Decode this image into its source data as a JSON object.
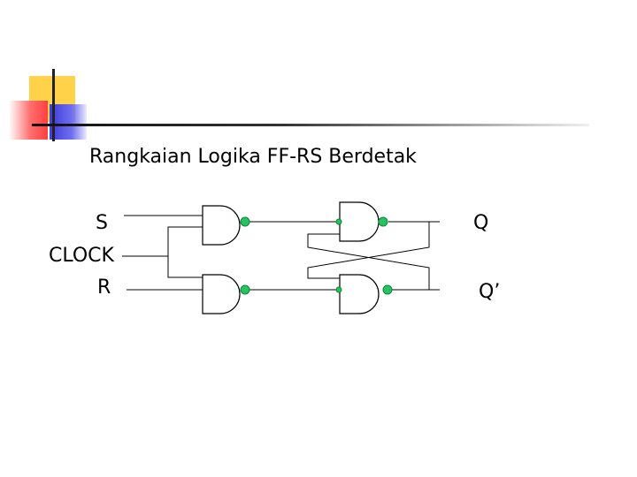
{
  "title": "Rangkaian Logika FF-RS Berdetak",
  "inputs": {
    "s": "S",
    "clock": "CLOCK",
    "r": "R"
  },
  "outputs": {
    "q": "Q",
    "q_not": "Q’"
  },
  "colors": {
    "bubble": "#22c55e",
    "wire": "#000000",
    "accent_yellow": "#ffd24a",
    "accent_red": "#ff4040",
    "accent_blue": "#3c3cdc"
  }
}
